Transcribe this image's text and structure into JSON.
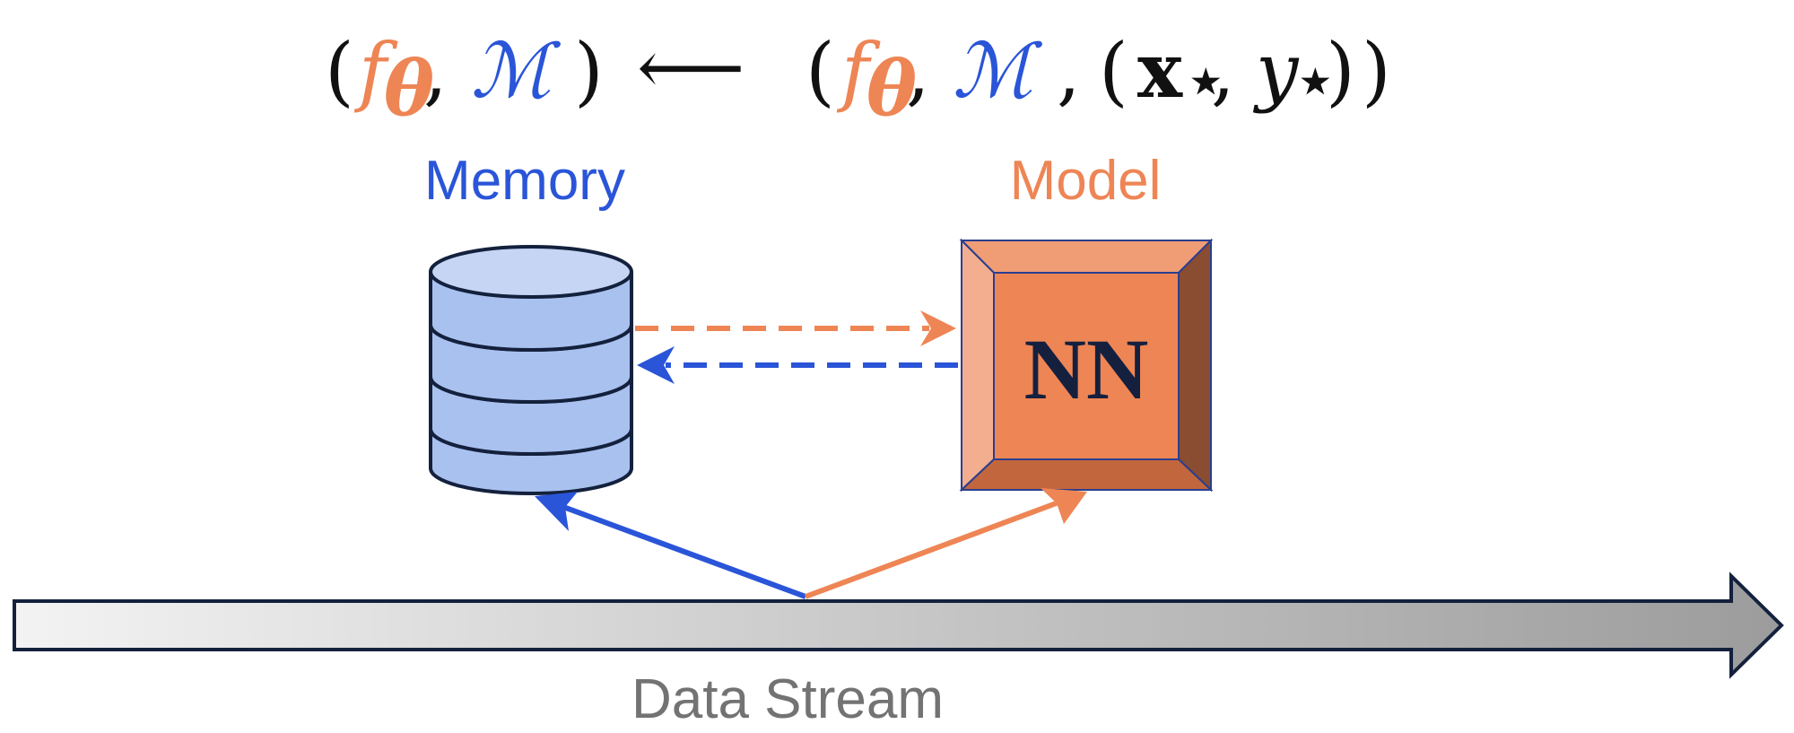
{
  "colors": {
    "model_orange": "#ee8554",
    "memory_blue": "#2a55d8",
    "memory_fill": "#a9c1ef",
    "memory_top_fill": "#c6d5f3",
    "outline_dark": "#14213d",
    "nn_text": "#15203f",
    "stream_label_gray": "#737373",
    "stream_grad_start": "#f3f3f3",
    "stream_grad_end": "#9c9c9c"
  },
  "equation": {
    "lhs_open": "(",
    "f": "f",
    "theta": "θ",
    "comma": ",",
    "M": "ℳ",
    "lhs_close": ")",
    "arrow": "⟵",
    "rhs_open": "(",
    "pair_open": "(",
    "x": "x",
    "star": "⋆",
    "y": "y",
    "pair_close": ")",
    "rhs_close": ")"
  },
  "labels": {
    "memory": "Memory",
    "model": "Model",
    "nn": "NN",
    "stream": "Data Stream"
  },
  "icons": {
    "memory": "database-icon",
    "model": "neural-network-box-icon"
  }
}
